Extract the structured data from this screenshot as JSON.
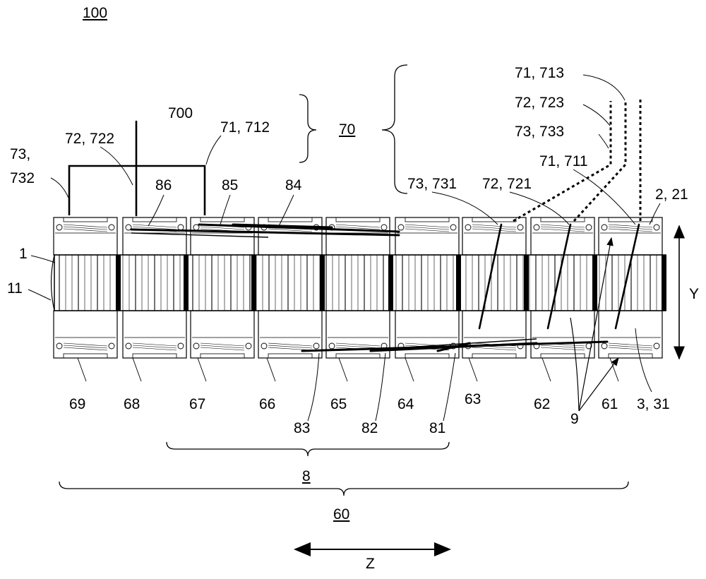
{
  "figure_label": "100",
  "group_labels": {
    "g70": "70",
    "g8": "8",
    "g60": "60"
  },
  "top_labels": {
    "l700": "700",
    "l72_722": "72, 722",
    "l71_712": "71, 712",
    "l73": "73,",
    "l732": "732",
    "l86": "86",
    "l85": "85",
    "l84": "84",
    "l73_731": "73, 731",
    "l72_721": "72, 721",
    "l71_713": "71, 713",
    "l72_723": "72, 723",
    "l73_733": "73, 733",
    "l71_711": "71, 711",
    "l2_21": "2, 21",
    "l1": "1",
    "l11": "11",
    "lY": "Y"
  },
  "bottom_labels": {
    "l69": "69",
    "l68": "68",
    "l67": "67",
    "l66": "66",
    "l65": "65",
    "l64": "64",
    "l63": "63",
    "l62": "62",
    "l61": "61",
    "l3_31": "3, 31",
    "l83": "83",
    "l82": "82",
    "l81": "81",
    "l9": "9",
    "lZ": "Z"
  },
  "colors": {
    "line": "#000000",
    "background": "#ffffff"
  }
}
